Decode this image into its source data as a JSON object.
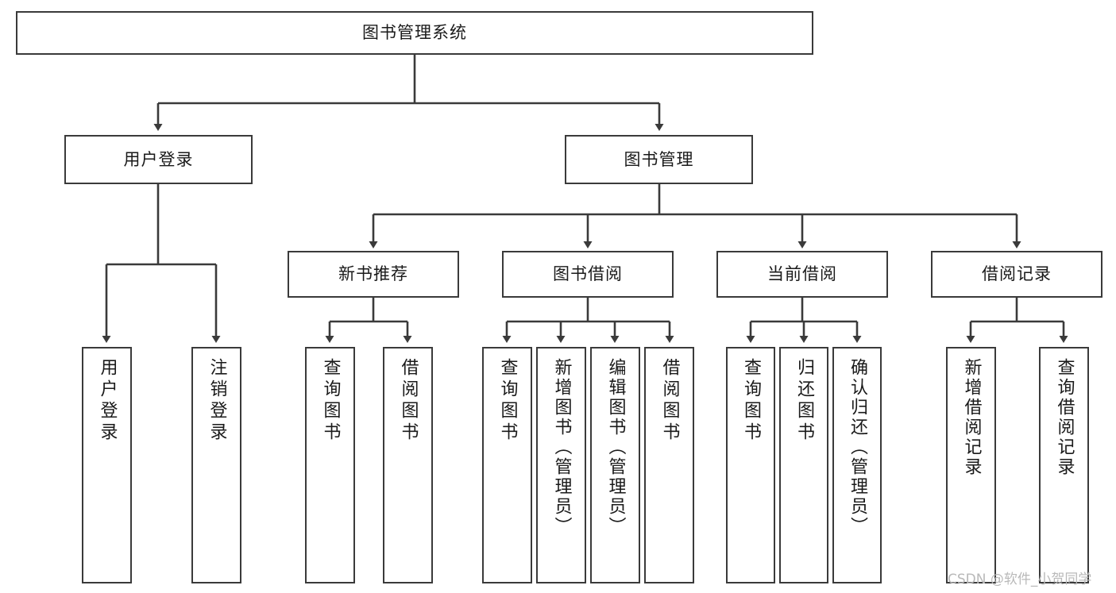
{
  "diagram": {
    "title": "图书管理系统",
    "type": "tree-hierarchy-chart",
    "watermark": "CSDN @软件_小贺同学",
    "colors": {
      "box_border": "#3a3a3a",
      "box_fill": "#ffffff",
      "connector": "#3a3a3a",
      "text": "#1a1a1a",
      "watermark": "#b9b9b9",
      "background": "#ffffff"
    },
    "root": {
      "label": "图书管理系统"
    },
    "level2": [
      {
        "label": "用户登录"
      },
      {
        "label": "图书管理"
      }
    ],
    "level3": [
      {
        "label": "新书推荐"
      },
      {
        "label": "图书借阅"
      },
      {
        "label": "当前借阅"
      },
      {
        "label": "借阅记录"
      }
    ],
    "leaves": {
      "user_login": [
        {
          "label": "用户登录"
        },
        {
          "label": "注销登录"
        }
      ],
      "new_book_recommend": [
        {
          "label": "查询图书"
        },
        {
          "label": "借阅图书"
        }
      ],
      "book_borrow": [
        {
          "label": "查询图书"
        },
        {
          "label": "新增图书（管理员）"
        },
        {
          "label": "编辑图书（管理员）"
        },
        {
          "label": "借阅图书"
        }
      ],
      "current_borrow": [
        {
          "label": "查询图书"
        },
        {
          "label": "归还图书"
        },
        {
          "label": "确认归还（管理员）"
        }
      ],
      "borrow_record": [
        {
          "label": "新增借阅记录"
        },
        {
          "label": "查询借阅记录"
        }
      ]
    }
  }
}
